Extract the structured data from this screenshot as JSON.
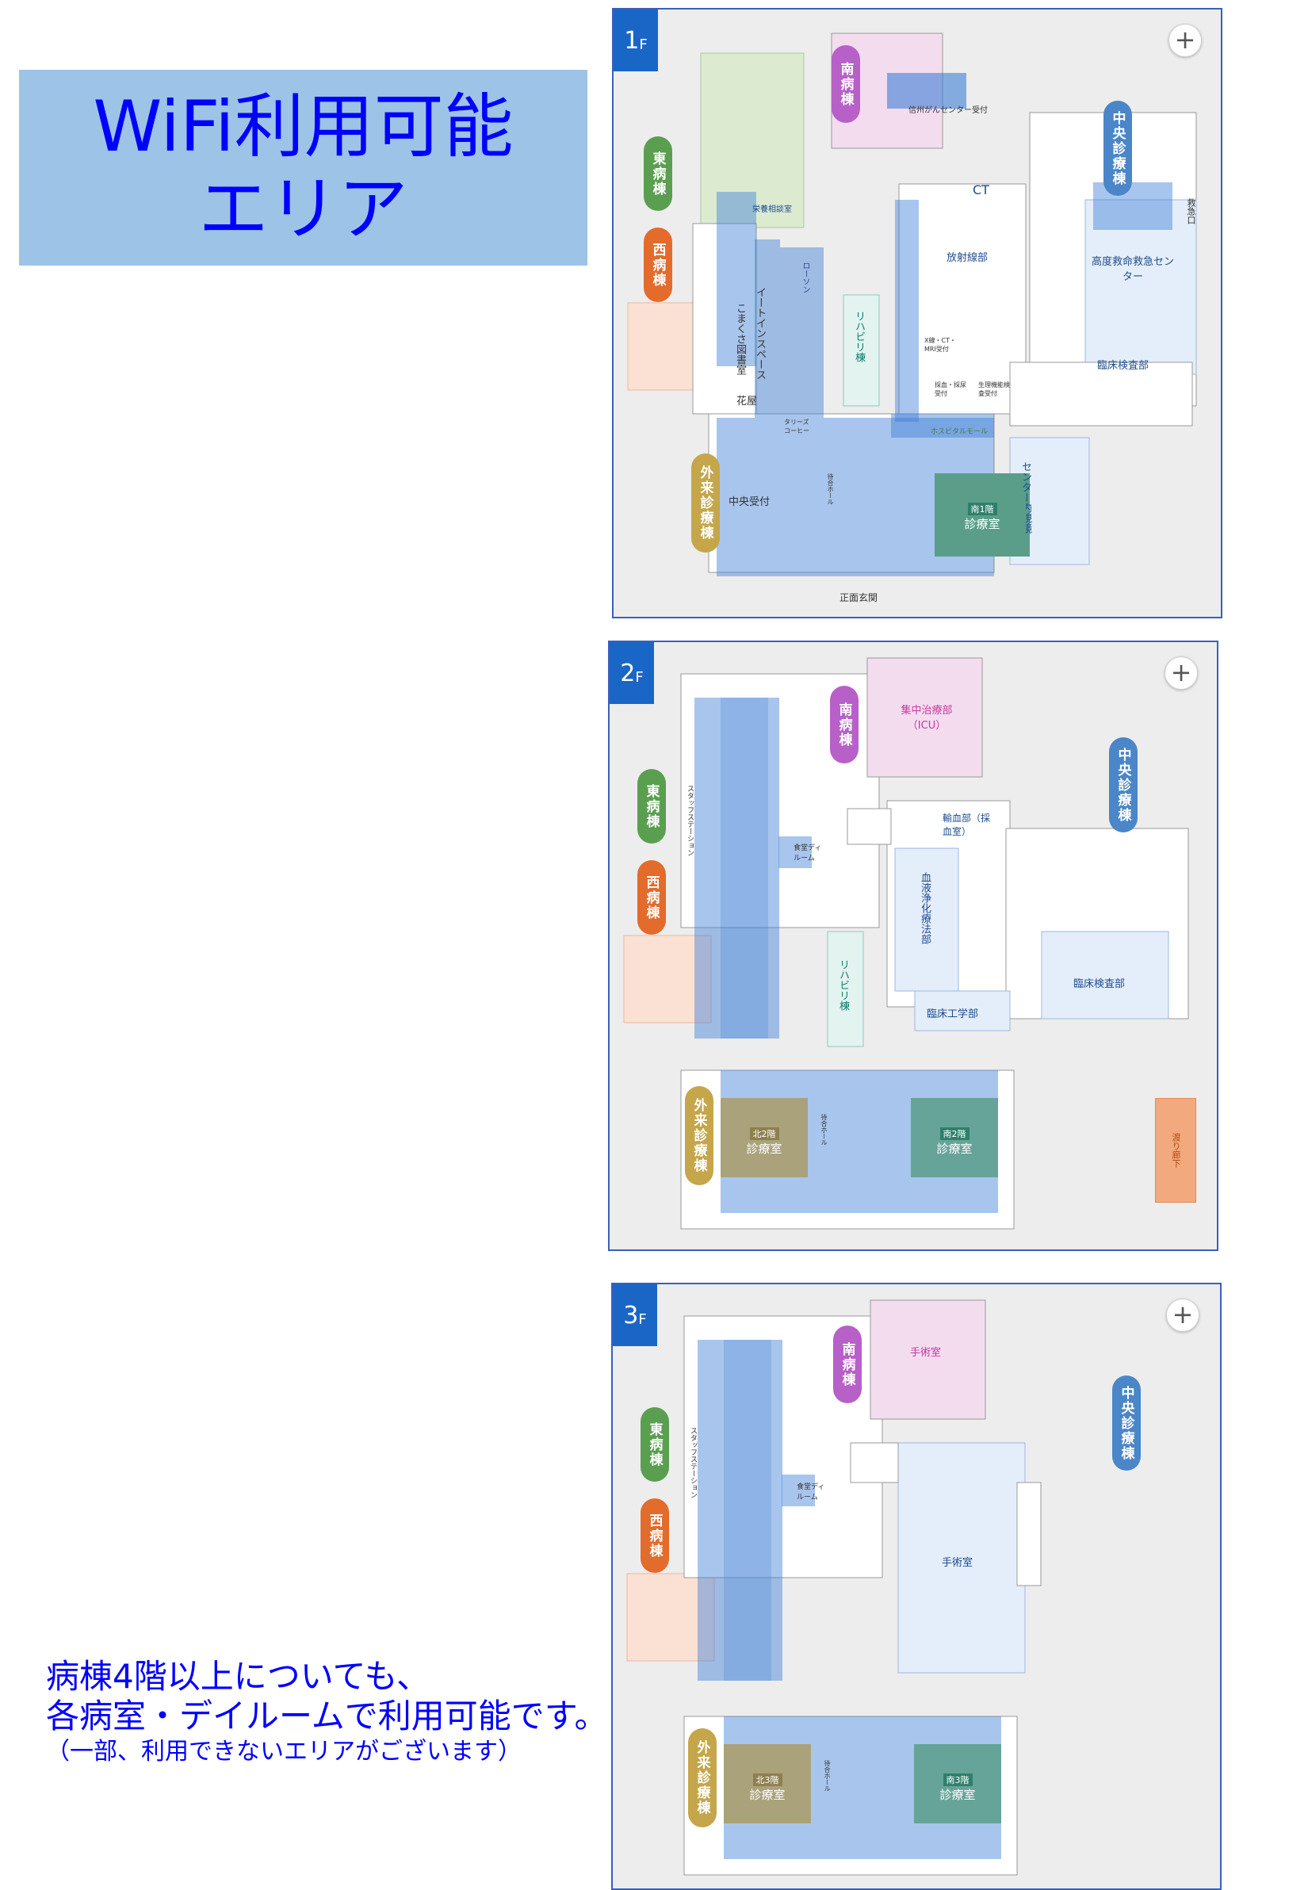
{
  "title": {
    "line1": "WiFi利用可能",
    "line2": "エリア"
  },
  "note": {
    "line1": "病棟4階以上についても、",
    "line2": "各病室・デイルームで利用可能です。",
    "line3": "（一部、利用できないエリアがございます）"
  },
  "colors": {
    "wifi_highlight": "#3d7fd6",
    "title_bg": "#9dc3e6",
    "title_text": "#0000ff"
  },
  "floors": [
    {
      "floor": "1",
      "floor_suffix": "F",
      "buildings": {
        "south": "南病棟",
        "east": "東病棟",
        "west": "西病棟",
        "central": "中央診療棟",
        "outpatient": "外来診療棟"
      },
      "rooms": {
        "cancer_center": "信州がんセンター受付",
        "ct": "CT",
        "radiology": "放射線部",
        "emergency": "高度救命救急センター",
        "clinical_lab": "臨床検査部",
        "eat_in": "イートインスペース",
        "library": "こまくさ図書室",
        "flower": "花屋",
        "central_reception": "中央受付",
        "clinic": "南1階診療室",
        "clinic_tag": "南1階",
        "clinic_name": "診療室",
        "main_entrance": "正面玄関",
        "visual": "センター内視鏡",
        "rehab": "リハビリ棟",
        "emergency_exit": "救急口",
        "nutrition": "栄養相談室",
        "lawson": "ローソン",
        "tullys": "タリーズコーヒー",
        "hospital_mall": "ホスピタルモール",
        "xray": "X線・CT・MRI受付",
        "blood": "採血・採尿受付",
        "physio": "生理機能検査受付",
        "waiting": "待合ホール"
      }
    },
    {
      "floor": "2",
      "floor_suffix": "F",
      "buildings": {
        "south": "南病棟",
        "east": "東病棟",
        "west": "西病棟",
        "central": "中央診療棟",
        "outpatient": "外来診療棟"
      },
      "rooms": {
        "icu": "集中治療部（ICU）",
        "transfusion": "輸血部（採血室）",
        "dialysis": "血液浄化療法部",
        "clinical_lab": "臨床検査部",
        "clinical_eng": "臨床工学部",
        "dayroom": "食堂ディルーム",
        "staff": "スタッフステーション",
        "rehab": "リハビリ棟",
        "north_clinic_tag": "北2階",
        "south_clinic_tag": "南2階",
        "clinic_name": "診療室",
        "waiting": "待合ホール",
        "bridge": "渡り廊下"
      }
    },
    {
      "floor": "3",
      "floor_suffix": "F",
      "buildings": {
        "south": "南病棟",
        "east": "東病棟",
        "west": "西病棟",
        "central": "中央診療棟",
        "outpatient": "外来診療棟"
      },
      "rooms": {
        "surgery_south": "手術室",
        "surgery_main": "手術室",
        "dayroom": "食堂ディルーム",
        "staff": "スタッフステーション",
        "north_clinic_tag": "北3階",
        "south_clinic_tag": "南3階",
        "clinic_name": "診療室",
        "waiting": "待合ホール"
      }
    }
  ]
}
